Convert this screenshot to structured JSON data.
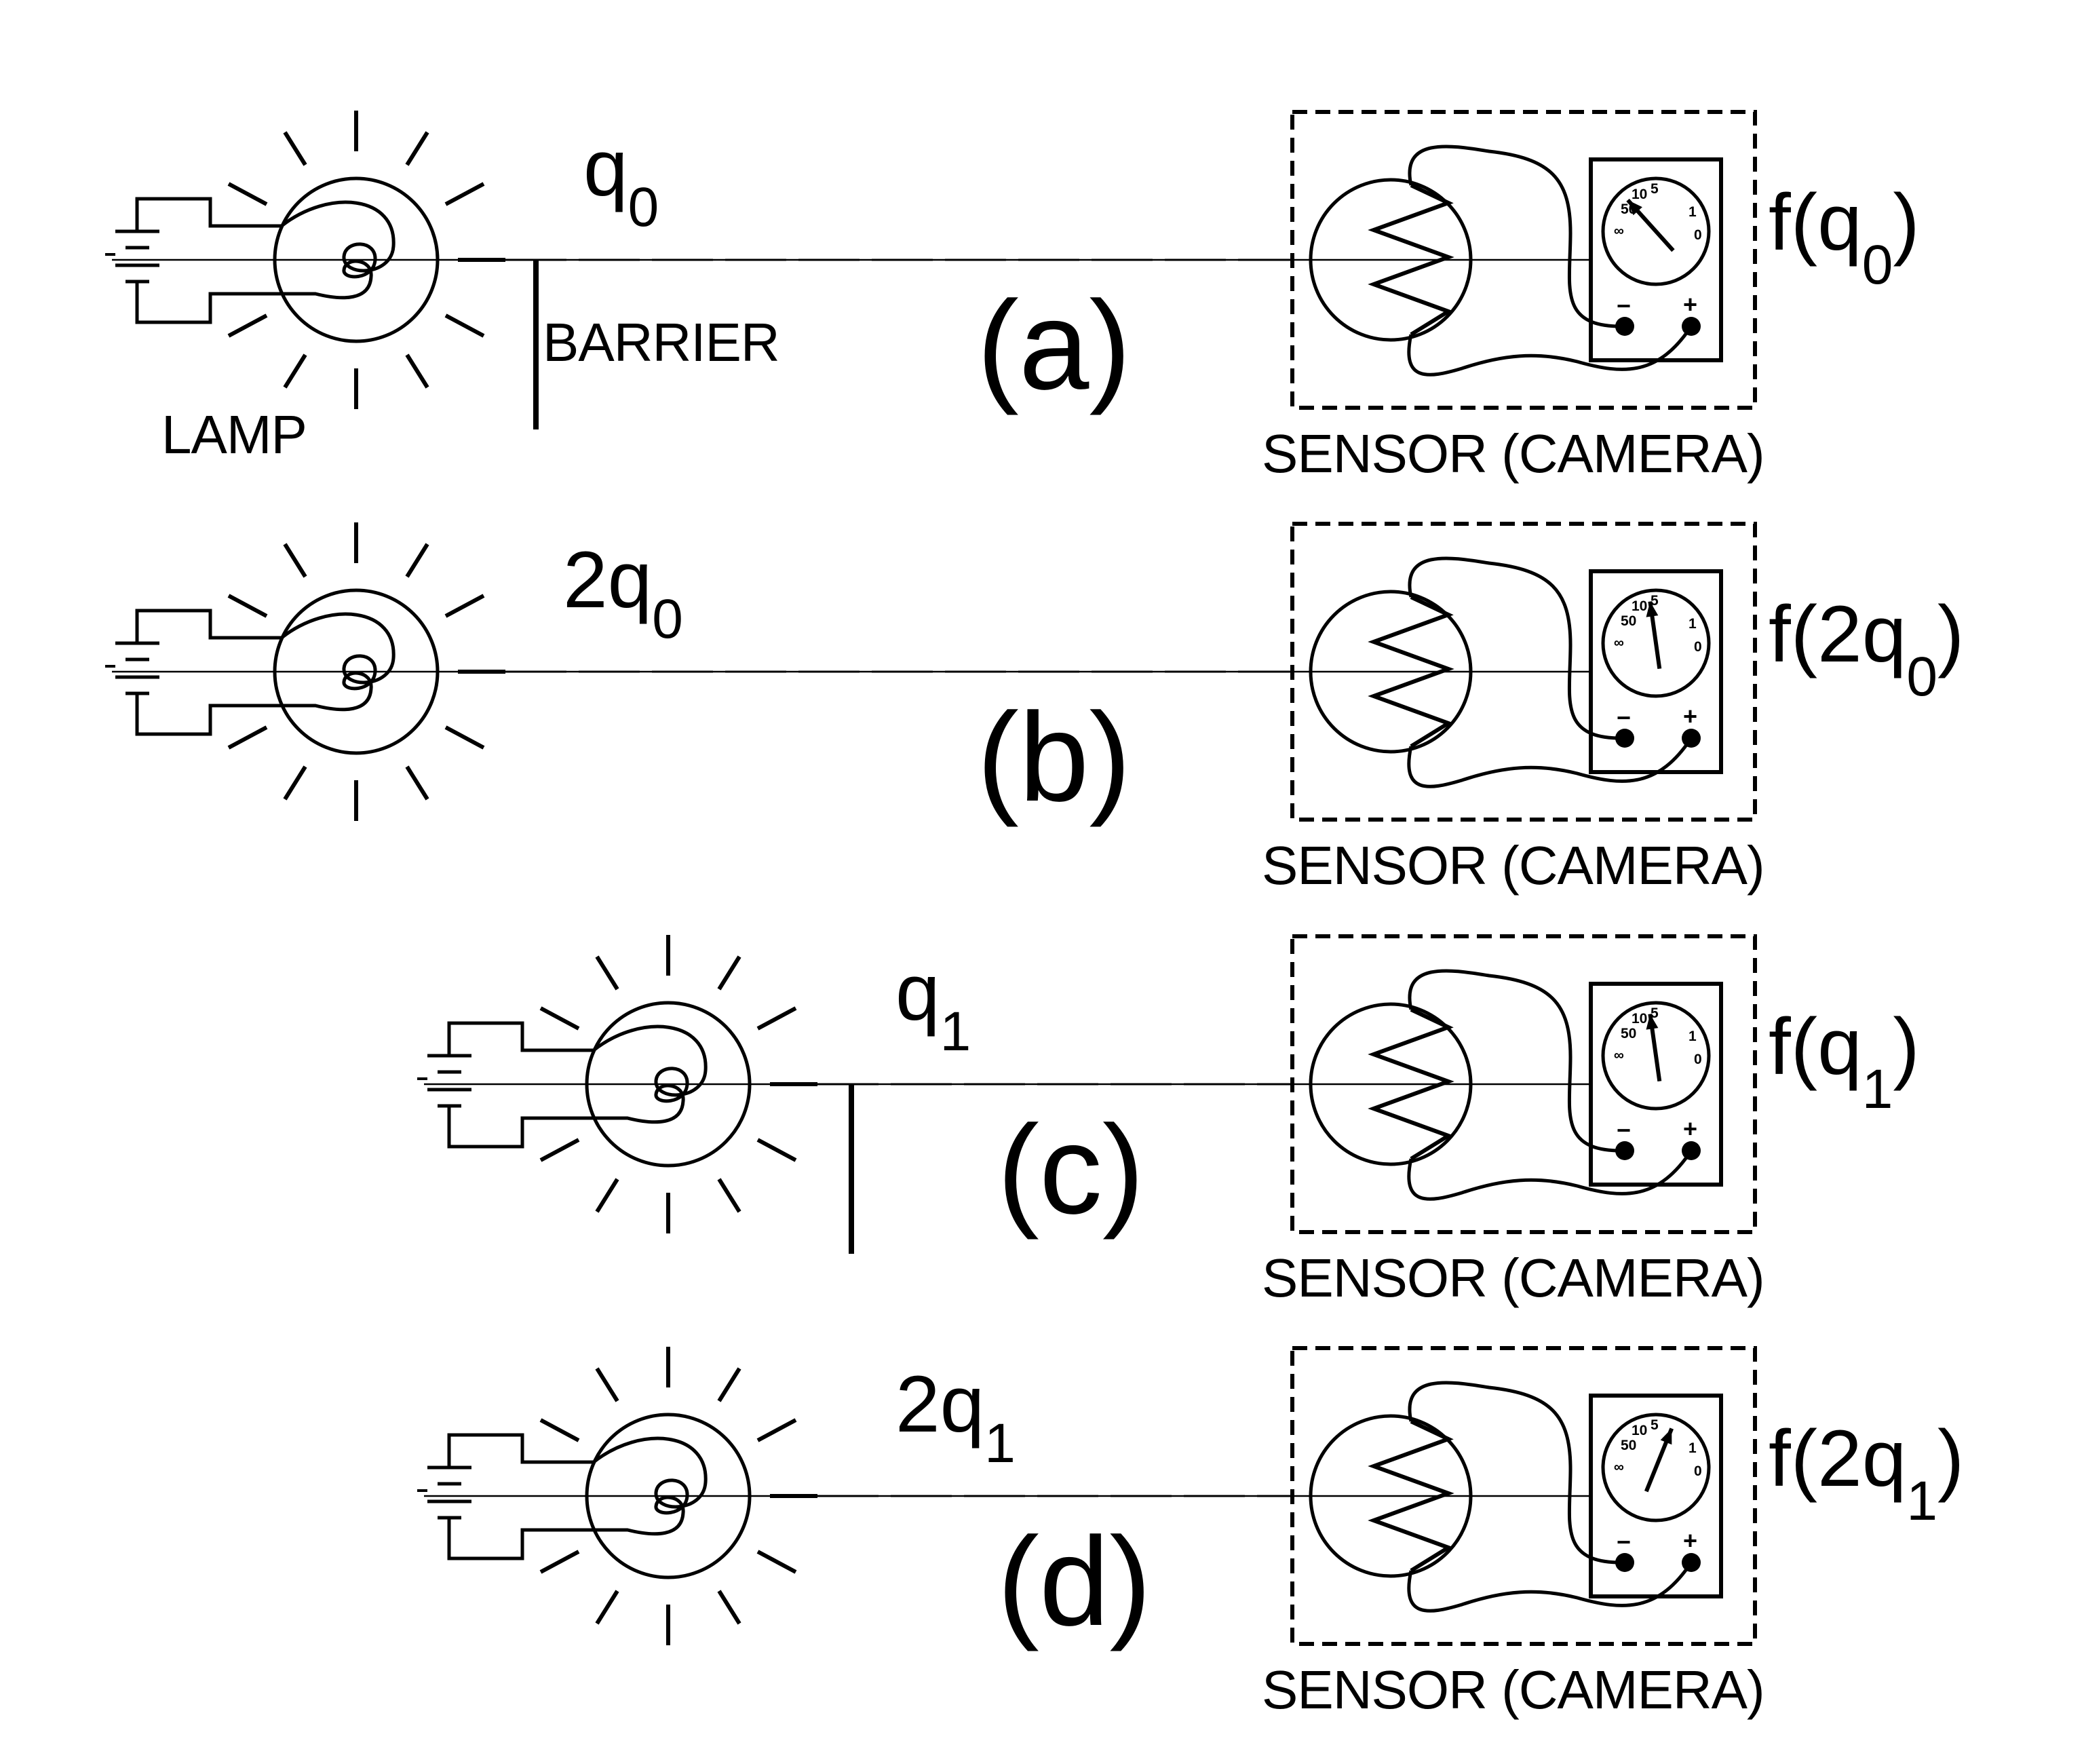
{
  "labels": {
    "lamp": "LAMP",
    "barrier": "BARRIER"
  },
  "panels": [
    {
      "id": "a",
      "panel_label": "(a)",
      "exposure_coef": "",
      "exposure_var": "q",
      "exposure_sub": "0",
      "output_prefix": "f(",
      "output_var": "q",
      "output_sub": "0",
      "output_suffix": ")",
      "sensor_label": "SENSOR (CAMERA)",
      "has_barrier": true,
      "needle_reading": "about 12 (pointing toward 10)"
    },
    {
      "id": "b",
      "panel_label": "(b)",
      "exposure_coef": "2",
      "exposure_var": "q",
      "exposure_sub": "0",
      "output_prefix": "f(2",
      "output_var": "q",
      "output_sub": "0",
      "output_suffix": ")",
      "sensor_label": "SENSOR (CAMERA)",
      "has_barrier": false,
      "needle_reading": "between 10 and 5"
    },
    {
      "id": "c",
      "panel_label": "(c)",
      "exposure_coef": "",
      "exposure_var": "q",
      "exposure_sub": "1",
      "output_prefix": "f(",
      "output_var": "q",
      "output_sub": "1",
      "output_suffix": ")",
      "sensor_label": "SENSOR (CAMERA)",
      "has_barrier": true,
      "needle_reading": "between 10 and 5"
    },
    {
      "id": "d",
      "panel_label": "(d)",
      "exposure_coef": "2",
      "exposure_var": "q",
      "exposure_sub": "1",
      "output_prefix": "f(2",
      "output_var": "q",
      "output_sub": "1",
      "output_suffix": ")",
      "sensor_label": "SENSOR (CAMERA)",
      "has_barrier": false,
      "needle_reading": "between 5 and 1"
    }
  ],
  "meter": {
    "dial_labels": [
      "∞",
      "50",
      "10",
      "5",
      "1",
      "0"
    ],
    "minus": "−",
    "plus": "+"
  },
  "colors": {
    "ink": "#000000",
    "background": "#ffffff"
  }
}
